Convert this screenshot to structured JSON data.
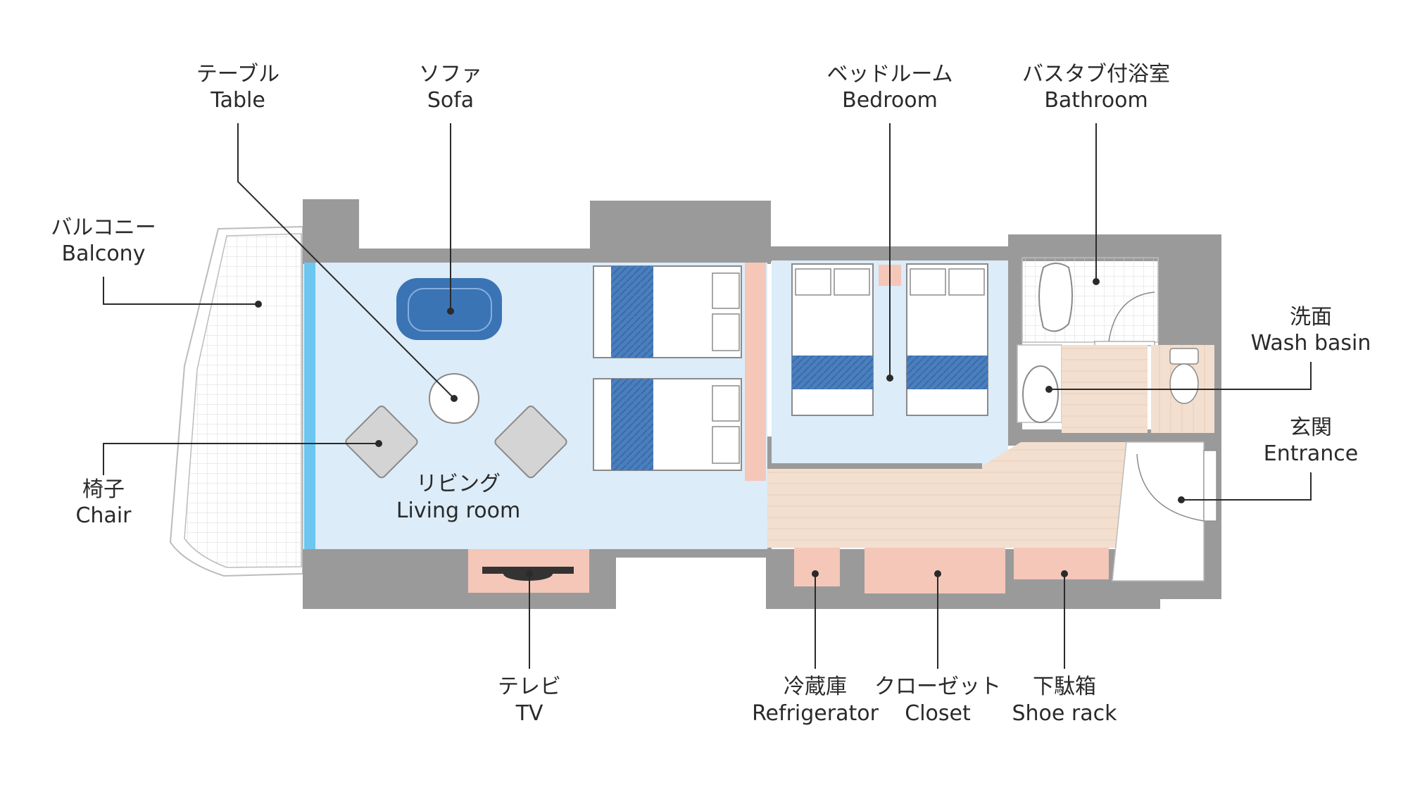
{
  "colors": {
    "wall": "#9a9a9a",
    "living_floor": "#dcecf8",
    "bedroom_floor": "#dcecf8",
    "wood_floor": "#f3dfcf",
    "furniture_pink": "#f4c7b9",
    "window_blue": "#6cc6f0",
    "sofa_blue": "#3a74b4",
    "throw_blue": "#4a7fbf",
    "bath_tile": "#ffffff",
    "balcony_grid": "#d8d8d8",
    "text": "#2a2a2a"
  },
  "labels": {
    "table": {
      "jp": "テーブル",
      "en": "Table"
    },
    "sofa": {
      "jp": "ソファ",
      "en": "Sofa"
    },
    "bedroom": {
      "jp": "ベッドルーム",
      "en": "Bedroom"
    },
    "bathroom": {
      "jp": "バスタブ付浴室",
      "en": "Bathroom"
    },
    "balcony": {
      "jp": "バルコニー",
      "en": "Balcony"
    },
    "wash_basin": {
      "jp": "洗面",
      "en": "Wash basin"
    },
    "entrance": {
      "jp": "玄関",
      "en": "Entrance"
    },
    "chair": {
      "jp": "椅子",
      "en": "Chair"
    },
    "living_room": {
      "jp": "リビング",
      "en": "Living room"
    },
    "tv": {
      "jp": "テレビ",
      "en": "TV"
    },
    "refrigerator": {
      "jp": "冷蔵庫",
      "en": "Refrigerator"
    },
    "closet": {
      "jp": "クローゼット",
      "en": "Closet"
    },
    "shoe_rack": {
      "jp": "下駄箱",
      "en": "Shoe rack"
    }
  }
}
